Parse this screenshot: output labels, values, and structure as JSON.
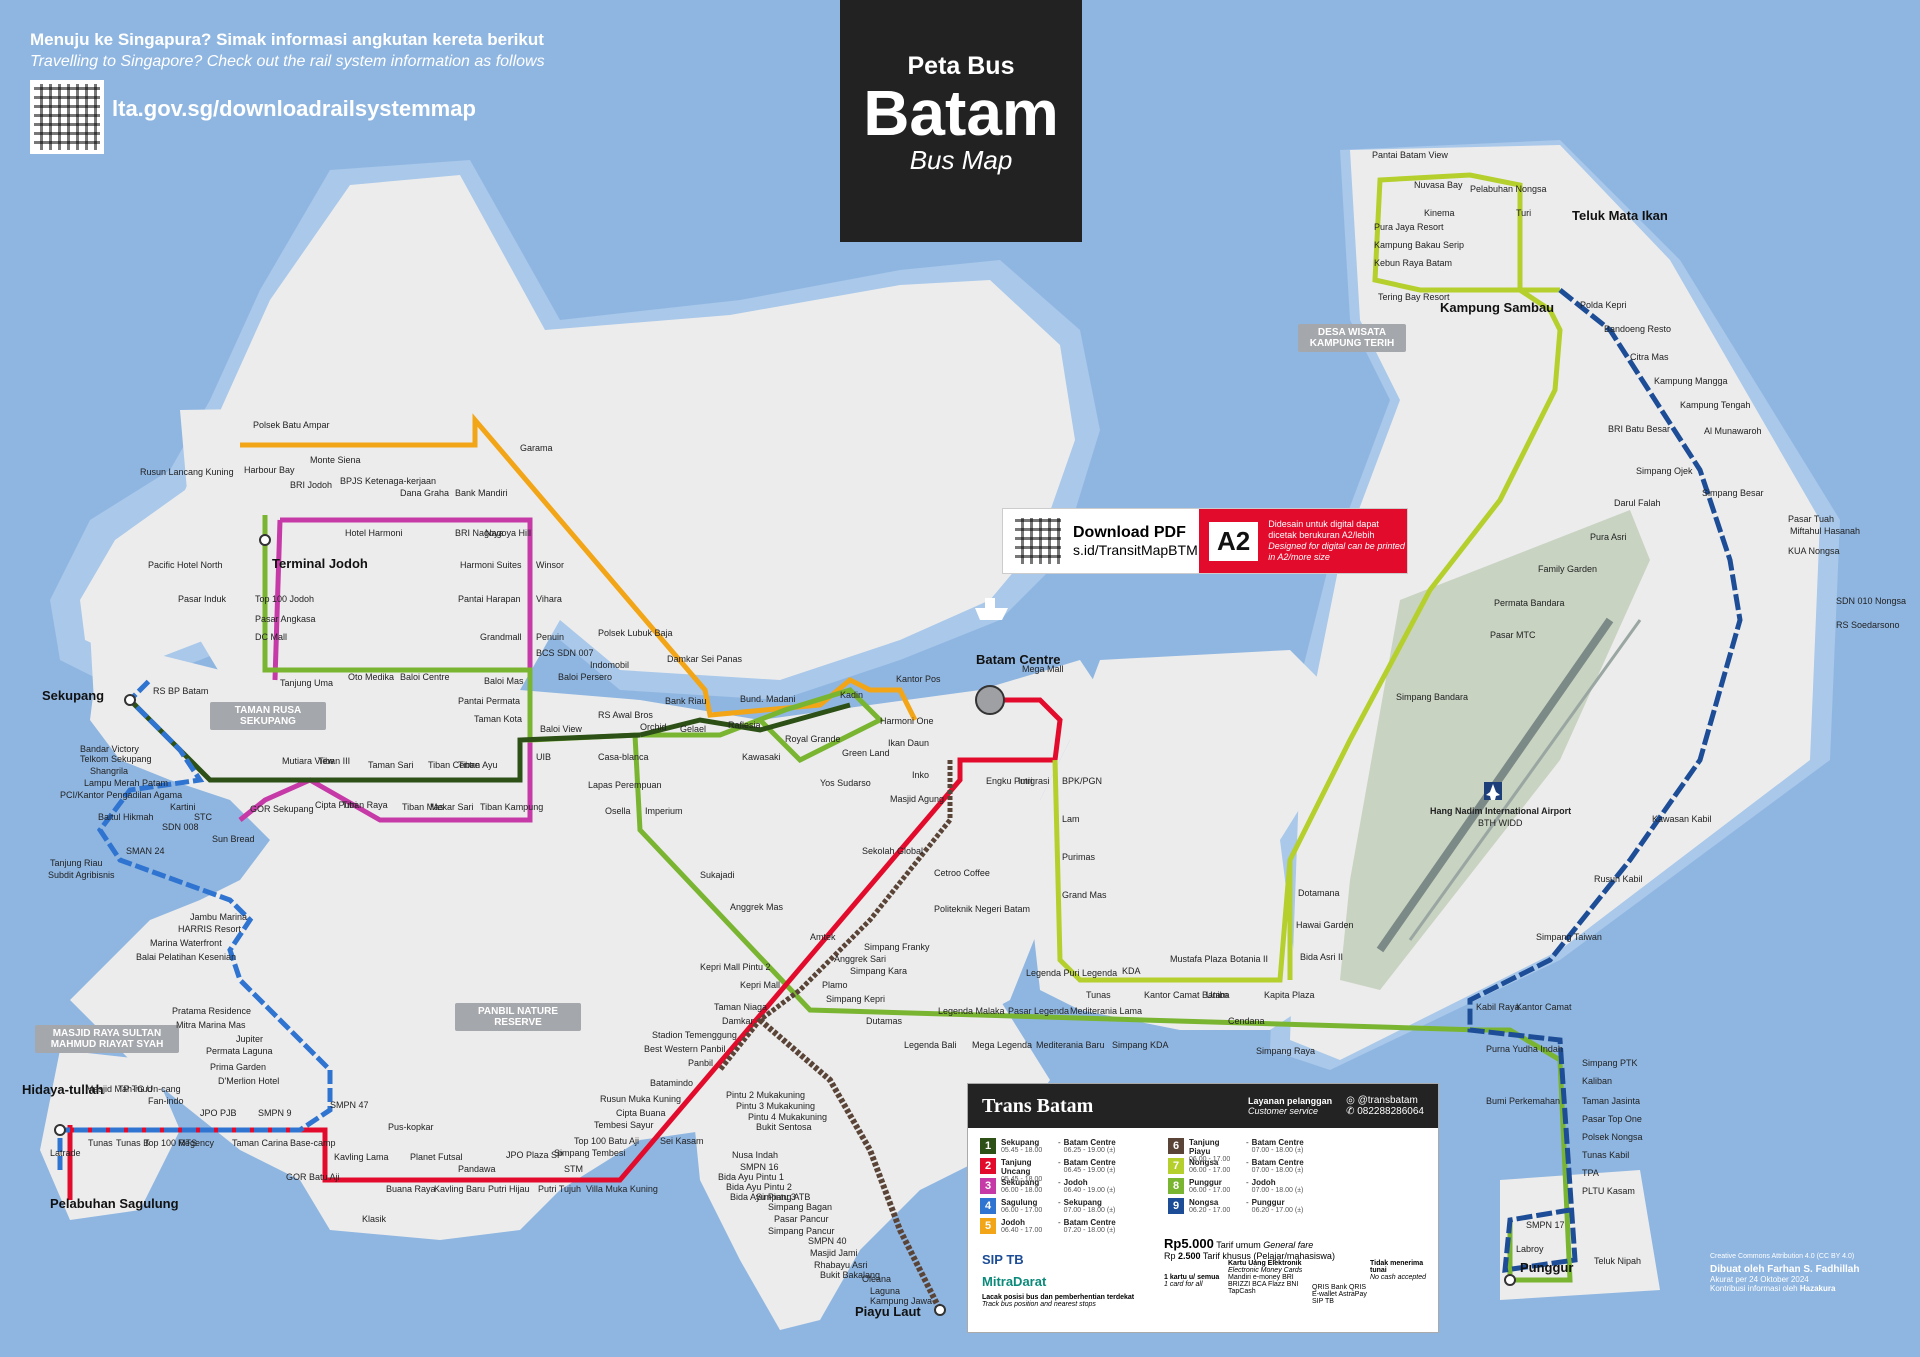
{
  "header": {
    "note_id": "Menuju ke Singapura? Simak informasi angkutan kereta berikut",
    "note_en": "Travelling to Singapore? Check out the rail system information as follows",
    "rail_url": "lta.gov.sg/downloadrailsystemmap"
  },
  "title": {
    "line1": "Peta Bus",
    "line2": "Batam",
    "line3": "Bus Map"
  },
  "download": {
    "label": "Download PDF",
    "url": "s.id/TransitMapBTM",
    "size_badge": "A2",
    "note_id": "Didesain untuk digital dapat dicetak berukuran A2/lebih",
    "note_en": "Designed for digital can be printed in A2/more size"
  },
  "colors": {
    "water": "#8fb6e1",
    "land": "#ececec",
    "route1": "#2d5016",
    "route2": "#e30b2c",
    "route3": "#c63aa8",
    "route4": "#2f74d0",
    "route5": "#f2a516",
    "route6": "#5a4437",
    "route7": "#b5cf2c",
    "route8": "#7ab531",
    "route9": "#1c4d96"
  },
  "hubs": {
    "jodoh": "Terminal Jodoh",
    "sekupang": "Sekupang",
    "batam_centre": "Batam Centre",
    "teluk_mata_ikan": "Teluk Mata Ikan",
    "kampung_sambau": "Kampung Sambau",
    "hidayatullah": "Hidaya-tullah",
    "pelabuhan_sagulung": "Pelabuhan Sagulung",
    "piayu_laut": "Piayu Laut",
    "punggur": "Punggur"
  },
  "tags": {
    "taman_rusa": "TAMAN RUSA SEKUPANG",
    "desa_wisata": "DESA WISATA KAMPUNG TERIH",
    "panbil": "PANBIL NATURE RESERVE",
    "masjid": "MASJID RAYA SULTAN MAHMUD RIAYAT SYAH",
    "airport": "Hang Nadim International Airport",
    "airport_code": "BTH WIDD"
  },
  "stations": {
    "harbour_bay": "Harbour Bay",
    "bri_jodoh": "BRI Jodoh",
    "garama": "Garama",
    "polsek_batu_ampar": "Polsek Batu Ampar",
    "rusun_lancang_kuning": "Rusun Lancang Kuning",
    "monte_siena": "Monte Siena",
    "bpjs": "BPJS Ketenaga-kerjaan",
    "dana_graha": "Dana Graha",
    "bank_mandiri": "Bank Mandiri",
    "hotel_harmoni": "Hotel Harmoni",
    "bri_nagoya": "BRI Nagoya",
    "nagoya_hill": "Nagoya Hill",
    "harmoni_suites": "Harmoni Suites",
    "winsor": "Winsor",
    "pacific_hotel": "Pacific Hotel North",
    "pasar_induk": "Pasar Induk",
    "top100_jodoh": "Top 100 Jodoh",
    "pasar_angkasa": "Pasar Angkasa",
    "dc_mall": "DC Mall",
    "pantai_harapan": "Pantai Harapan",
    "vihara": "Vihara",
    "grandmall": "Grandmall",
    "penuin": "Penuin",
    "bcs": "BCS SDN 007",
    "polsek_lubuk_baja": "Polsek Lubuk Baja",
    "tanjung_uma": "Tanjung Uma",
    "oto_medika": "Oto Medika",
    "baloi_centre": "Baloi Centre",
    "baloi_mas": "Baloi Mas",
    "baloi_persero": "Baloi Persero",
    "indomobil": "Indomobil",
    "damkar_sei_panas": "Damkar Sei Panas",
    "pantai_permata": "Pantai Permata",
    "taman_kota": "Taman Kota",
    "rs_awal_bros": "RS Awal Bros",
    "bank_riau": "Bank Riau",
    "bund_madani": "Bund. Madani",
    "kadin": "Kadin",
    "kantor_pos": "Kantor Pos",
    "mega_mall": "Mega Mall",
    "baloi_view": "Baloi View",
    "orchid": "Orchid",
    "gelael": "Gelael",
    "raflesia": "Raflesia",
    "royal_grande": "Royal Grande",
    "harmoni_one": "Harmoni One",
    "kawasaki": "Kawasaki",
    "ikan_daun": "Ikan Daun",
    "green_land": "Green Land",
    "inko": "Inko",
    "yos_sudarso": "Yos Sudarso",
    "uib": "UIB",
    "casablanca": "Casa-blanca",
    "lapas_perempuan": "Lapas Perempuan",
    "osella": "Osella",
    "imperium": "Imperium",
    "engku_putri": "Engku Putri",
    "imigrasi": "Imigrasi",
    "bpk_pgn": "BPK/PGN",
    "masjid_agung": "Masjid Agung",
    "rs_bp_batam": "RS BP Batam",
    "bandar_victory": "Bandar Victory",
    "telkom_sekupang": "Telkom Sekupang",
    "shangrila": "Shangrila",
    "lampu_merah_patam": "Lampu Merah Patam",
    "pci": "PCI/Kantor Pengadilan Agama",
    "kartini": "Kartini",
    "stc": "STC",
    "baitul_hikmah": "Baitul Hikmah",
    "sdn_008": "SDN 008",
    "sun_bread": "Sun Bread",
    "sman_24": "SMAN 24",
    "gor_sekupang": "GOR Sekupang",
    "mutiara_view": "Mutiara View",
    "tiban_iii": "Tiban III",
    "taman_sari": "Taman Sari",
    "tiban_centre": "Tiban Centre",
    "tiban_ayu": "Tiban Ayu",
    "cipta_putri": "Cipta Putri",
    "tiban_raya": "Tiban Raya",
    "tiban_mas": "Tiban Mas",
    "mekar_sari": "Mekar Sari",
    "tiban_kampung": "Tiban Kampung",
    "tanjung_riau": "Tanjung Riau",
    "subdit_agribisnis": "Subdit Agribisnis",
    "jambu_marina": "Jambu Marina",
    "harris_resort": "HARRIS Resort",
    "marina_waterfront": "Marina Waterfront",
    "balai_pelatihan": "Balai Pelatihan Kesenian",
    "pratama_residence": "Pratama Residence",
    "mitra_marina_mas": "Mitra Marina Mas",
    "jupiter": "Jupiter",
    "permata_laguna": "Permata Laguna",
    "prima_garden": "Prima Garden",
    "d_merlion": "D'Merlion Hotel",
    "smpn_47": "SMPN 47",
    "masjid_mahmud": "Masjid Mah-mud",
    "tp_tg_uncang": "TP TG Un-cang",
    "fanindo": "Fan-indo",
    "jpo_pjb": "JPO PJB",
    "smpn_9": "SMPN 9",
    "latrade": "Latrade",
    "tunas": "Tunas",
    "tunas_b": "Tunas B",
    "top100_regency": "Top 100 Regency",
    "mts": "MTS",
    "taman_carina": "Taman Carina",
    "basecamp": "Base-camp",
    "gor_batu_aji": "GOR Batu Aji",
    "kavling_lama": "Kavling Lama",
    "puskopkar": "Pus-kopkar",
    "planet_futsal": "Planet Futsal",
    "pandawa": "Pandawa",
    "jpo_plaza_sp": "JPO Plaza SP",
    "stm": "STM",
    "buana_raya": "Buana Raya",
    "kavling_baru": "Kavling Baru",
    "putri_hijau": "Putri Hijau",
    "putri_tujuh": "Putri Tujuh",
    "villa_muka_kuning": "Villa Muka Kuning",
    "klasik": "Klasik",
    "top100_batu_aji": "Top 100 Batu Aji",
    "simpang_tembesi": "Simpang Tembesi",
    "tembesi_sayur": "Tembesi Sayur",
    "cipta_buana": "Cipta Buana",
    "rusun_muka_kuning": "Rusun Muka Kuning",
    "batamindo": "Batamindo",
    "sei_kasam": "Sei Kasam",
    "sekolah_global": "Sekolah Global",
    "cetroo_coffee": "Cetroo Coffee",
    "politeknik": "Politeknik Negeri Batam",
    "amtek": "Amtek",
    "simpang_franky": "Simpang Franky",
    "anggrek_sari": "Anggrek Sari",
    "simpang_kara": "Simpang Kara",
    "plamo": "Plamo",
    "simpang_kepri": "Simpang Kepri",
    "kepri_mall_pintu2": "Kepri Mall Pintu 2",
    "kepri_mall": "Kepri Mall",
    "taman_niaga": "Taman Niaga",
    "damkar": "Damkar",
    "stadion_temenggung": "Stadion Temenggung",
    "best_western": "Best Western Panbil",
    "panbil": "Panbil",
    "sukajadi": "Sukajadi",
    "anggrek_mas": "Anggrek Mas",
    "pintu2_mukakuning": "Pintu 2 Mukakuning",
    "pintu3_mukakuning": "Pintu 3 Mukakuning",
    "pintu4_mukakuning": "Pintu 4 Mukakuning",
    "bukit_sentosa": "Bukit Sentosa",
    "nusa_indah": "Nusa Indah",
    "smpn_16": "SMPN 16",
    "bida_ayu_pintu1": "Bida Ayu Pintu 1",
    "bida_ayu_pintu2": "Bida Ayu Pintu 2",
    "bida_ayu_pintu3": "Bida Ayu Pintu 3",
    "simpang_atb": "Simpang ATB",
    "simpang_bagan": "Simpang Bagan",
    "pasar_pancur": "Pasar Pancur",
    "simpang_pancur": "Simpang Pancur",
    "smpn_40": "SMPN 40",
    "masjid_jami": "Masjid Jami",
    "rhabayu_asri": "Rhabayu Asri",
    "bukit_bakalang": "Bukit Bakalang",
    "oleana": "Oleana",
    "laguna": "Laguna",
    "kampung_jawa": "Kampung Jawa",
    "lam": "Lam",
    "purimas": "Purimas",
    "grand_mas": "Grand Mas",
    "legenda_puri": "Legenda Puri Legenda",
    "kda": "KDA",
    "mustafa_plaza": "Mustafa Plaza",
    "botania_ii": "Botania II",
    "tunas_bc": "Tunas",
    "kantor_camat_batam": "Kantor Camat Batam",
    "uniba": "Uniba",
    "kapita_plaza": "Kapita Plaza",
    "cendana": "Cendana",
    "simpang_raya": "Simpang Raya",
    "mediterania_lama": "Mediterania Lama",
    "mediterania_baru": "Mediterania Baru",
    "legenda_malaka": "Legenda Malaka",
    "pasar_legenda": "Pasar Legenda",
    "mega_legenda": "Mega Legenda",
    "dutamas": "Dutamas",
    "legenda_bali": "Legenda Bali",
    "simpang_kda": "Simpang KDA",
    "dotamana": "Dotamana",
    "hawai_garden": "Hawai Garden",
    "bida_asri_ii": "Bida Asri II",
    "simpang_bandara": "Simpang Bandara",
    "pasar_mtc": "Pasar MTC",
    "permata_bandara": "Permata Bandara",
    "family_garden": "Family Garden",
    "pura_asri": "Pura Asri",
    "darul_falah": "Darul Falah",
    "simpang_ojek": "Simpang Ojek",
    "simpang_besar": "Simpang Besar",
    "bri_batu_besar": "BRI Batu Besar",
    "al_munawaroh": "Al Munawaroh",
    "kampung_tengah": "Kampung Tengah",
    "kampung_mangga": "Kampung Mangga",
    "citra_mas": "Citra Mas",
    "bandoeng_resto": "Bandoeng Resto",
    "polda_kepri": "Polda Kepri",
    "pantai_batam_view": "Pantai Batam View",
    "nuvasa_bay": "Nuvasa Bay",
    "pelabuhan_nongsa": "Pelabuhan Nongsa",
    "kinema": "Kinema",
    "turi": "Turi",
    "pura_jaya_resort": "Pura Jaya Resort",
    "kampung_bakau_serip": "Kampung Bakau Serip",
    "kebun_raya_batam": "Kebun Raya Batam",
    "tering_bay_resort": "Tering Bay Resort",
    "pasar_tuah": "Pasar Tuah",
    "miftahul_hasanah": "Miftahul Hasanah",
    "kua_nongsa": "KUA Nongsa",
    "sdn_010_nongsa": "SDN 010 Nongsa",
    "rs_soedarsono": "RS Soedarsono",
    "kawasan_kabil": "Kawasan Kabil",
    "rusun_kabil": "Rusun Kabil",
    "simpang_taiwan": "Simpang Taiwan",
    "kabil_raya": "Kabil Raya",
    "kantor_camat": "Kantor Camat",
    "purna_yudha_indah": "Purna Yudha Indah",
    "simpang_ptk": "Simpang PTK",
    "kaliban": "Kaliban",
    "bumi_perkemahan": "Bumi Perkemahan",
    "taman_jasinta": "Taman Jasinta",
    "pasar_top_one": "Pasar Top One",
    "polsek_nongsa": "Polsek Nongsa",
    "tunas_kabil": "Tunas Kabil",
    "tpa": "TPA",
    "pltu_kasam": "PLTU Kasam",
    "smpn_17": "SMPN 17",
    "labroy": "Labroy",
    "teluk_nipah": "Teluk Nipah"
  },
  "legend": {
    "title": "Trans Batam",
    "cs_label": "Layanan pelanggan",
    "cs_label_en": "Customer service",
    "instagram": "@transbatam",
    "phone": "082288286064",
    "routes": [
      {
        "num": "1",
        "from": "Sekupang",
        "from_time": "05.45 - 18.00",
        "to": "Batam Centre",
        "to_time": "06.25 - 19.00 (±)",
        "color": "#2d5016"
      },
      {
        "num": "2",
        "from": "Tanjung Uncang",
        "from_time": "05.45 - 18.00",
        "to": "Batam Centre",
        "to_time": "06.45 - 19.00 (±)",
        "color": "#e30b2c"
      },
      {
        "num": "3",
        "from": "Sekupang",
        "from_time": "06.00 - 18.00",
        "to": "Jodoh",
        "to_time": "06.40 - 19.00 (±)",
        "color": "#c63aa8"
      },
      {
        "num": "4",
        "from": "Sagulung",
        "from_time": "06.00 - 17.00",
        "to": "Sekupang",
        "to_time": "07.00 - 18.00 (±)",
        "color": "#2f74d0"
      },
      {
        "num": "5",
        "from": "Jodoh",
        "from_time": "06.40 - 17.00",
        "to": "Batam Centre",
        "to_time": "07.20 - 18.00 (±)",
        "color": "#f2a516"
      },
      {
        "num": "6",
        "from": "Tanjung Piayu",
        "from_time": "06.00 - 17.00",
        "to": "Batam Centre",
        "to_time": "07.00 - 18.00 (±)",
        "color": "#5a4437"
      },
      {
        "num": "7",
        "from": "Nongsa",
        "from_time": "06.00 - 17.00",
        "to": "Batam Centre",
        "to_time": "07.00 - 18.00 (±)",
        "color": "#b5cf2c"
      },
      {
        "num": "8",
        "from": "Punggur",
        "from_time": "06.00 - 17.00",
        "to": "Jodoh",
        "to_time": "07.00 - 18.00 (±)",
        "color": "#7ab531"
      },
      {
        "num": "9",
        "from": "Nongsa",
        "from_time": "06.20 - 17.00",
        "to": "Punggur",
        "to_time": "06.20 - 17.00 (±)",
        "color": "#1c4d96"
      }
    ],
    "fare_general": "Rp5.000",
    "fare_general_label": "Tarif umum",
    "fare_general_en": "General fare",
    "fare_special": "2.500",
    "fare_special_label": "Tarif khusus (Pelajar/mahasiswa)",
    "sip_tb": "SIP TB",
    "mitra_darat": "MitraDarat",
    "tracking_note": "Lacak posisi bus dan pemberhentian terdekat",
    "tracking_note_en": "Track bus position and nearest stops",
    "card_note": "1 kartu u/ semua",
    "card_note_en": "1 card for all",
    "emoney_label": "Kartu Uang Elektronik",
    "emoney_en": "Electronic Money Cards",
    "emoney_list": "Mandiri e-money BRI BRIZZI BCA Flazz BNI TapCash",
    "qris_list": "QRIS Bank QRIS E-wallet AstraPay SIP TB",
    "no_cash": "Tidak menerima tunai",
    "no_cash_en": "No cash accepted"
  },
  "footer": {
    "license": "Creative Commons Attribution 4.0 (CC BY 4.0)",
    "author": "Dibuat oleh Farhan S. Fadhillah",
    "date": "Akurat per 24 Oktober 2024",
    "contrib": "Kontribusi informasi oleh",
    "contrib_name": "Hazakura"
  }
}
